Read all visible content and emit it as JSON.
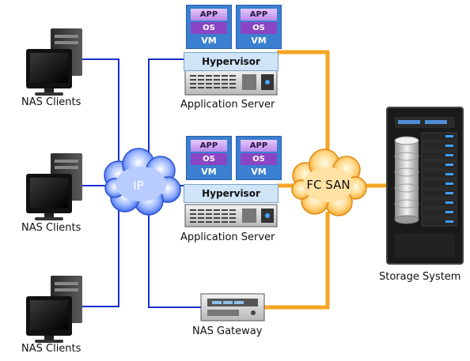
{
  "clients": [
    {
      "label": "NAS Clients"
    },
    {
      "label": "NAS Clients"
    },
    {
      "label": "NAS Clients"
    }
  ],
  "servers": [
    {
      "label": "Application Server",
      "hypervisor": "Hypervisor",
      "vms": [
        {
          "app": "APP",
          "os": "OS",
          "vm": "VM"
        },
        {
          "app": "APP",
          "os": "OS",
          "vm": "VM"
        }
      ]
    },
    {
      "label": "Application Server",
      "hypervisor": "Hypervisor",
      "vms": [
        {
          "app": "APP",
          "os": "OS",
          "vm": "VM"
        },
        {
          "app": "APP",
          "os": "OS",
          "vm": "VM"
        }
      ]
    }
  ],
  "ip_cloud": {
    "label": "IP"
  },
  "san_cloud": {
    "label": "FC SAN"
  },
  "nas_gateway": {
    "label": "NAS Gateway"
  },
  "storage": {
    "label": "Storage System"
  },
  "colors": {
    "ip_link": "#1a2fcf",
    "san_link": "#f5a623",
    "ip_cloud": "#3b6ae8",
    "san_cloud": "#ffb83c"
  }
}
